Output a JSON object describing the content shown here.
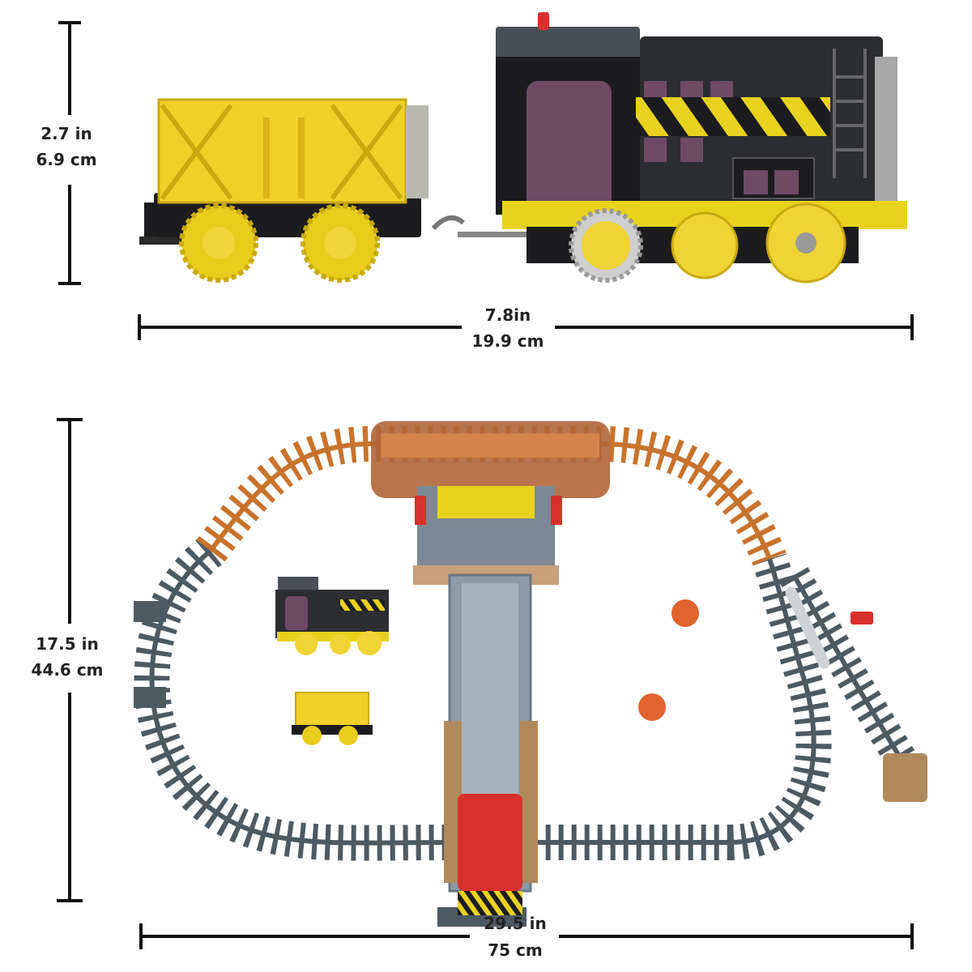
{
  "dimensions": {
    "engine_height": {
      "imperial": "2.7 in",
      "metric": "6.9 cm"
    },
    "engine_length": {
      "imperial": "7.8in",
      "metric": "19.9 cm"
    },
    "set_depth": {
      "imperial": "17.5 in",
      "metric": "44.6 cm"
    },
    "set_width": {
      "imperial": "29.5 in",
      "metric": "75 cm"
    }
  },
  "colors": {
    "dimension_line": "#111111",
    "truck_yellow": "#f2d02a",
    "engine_black": "#1c1c1e",
    "engine_grey": "#4a4f55",
    "hazard_yellow": "#e8d21d",
    "door_purple": "#6e4a63",
    "track_grey": "#4d5a62",
    "track_orange": "#c8732d",
    "accent_red": "#d8302c",
    "disc_orange": "#e0642f"
  }
}
